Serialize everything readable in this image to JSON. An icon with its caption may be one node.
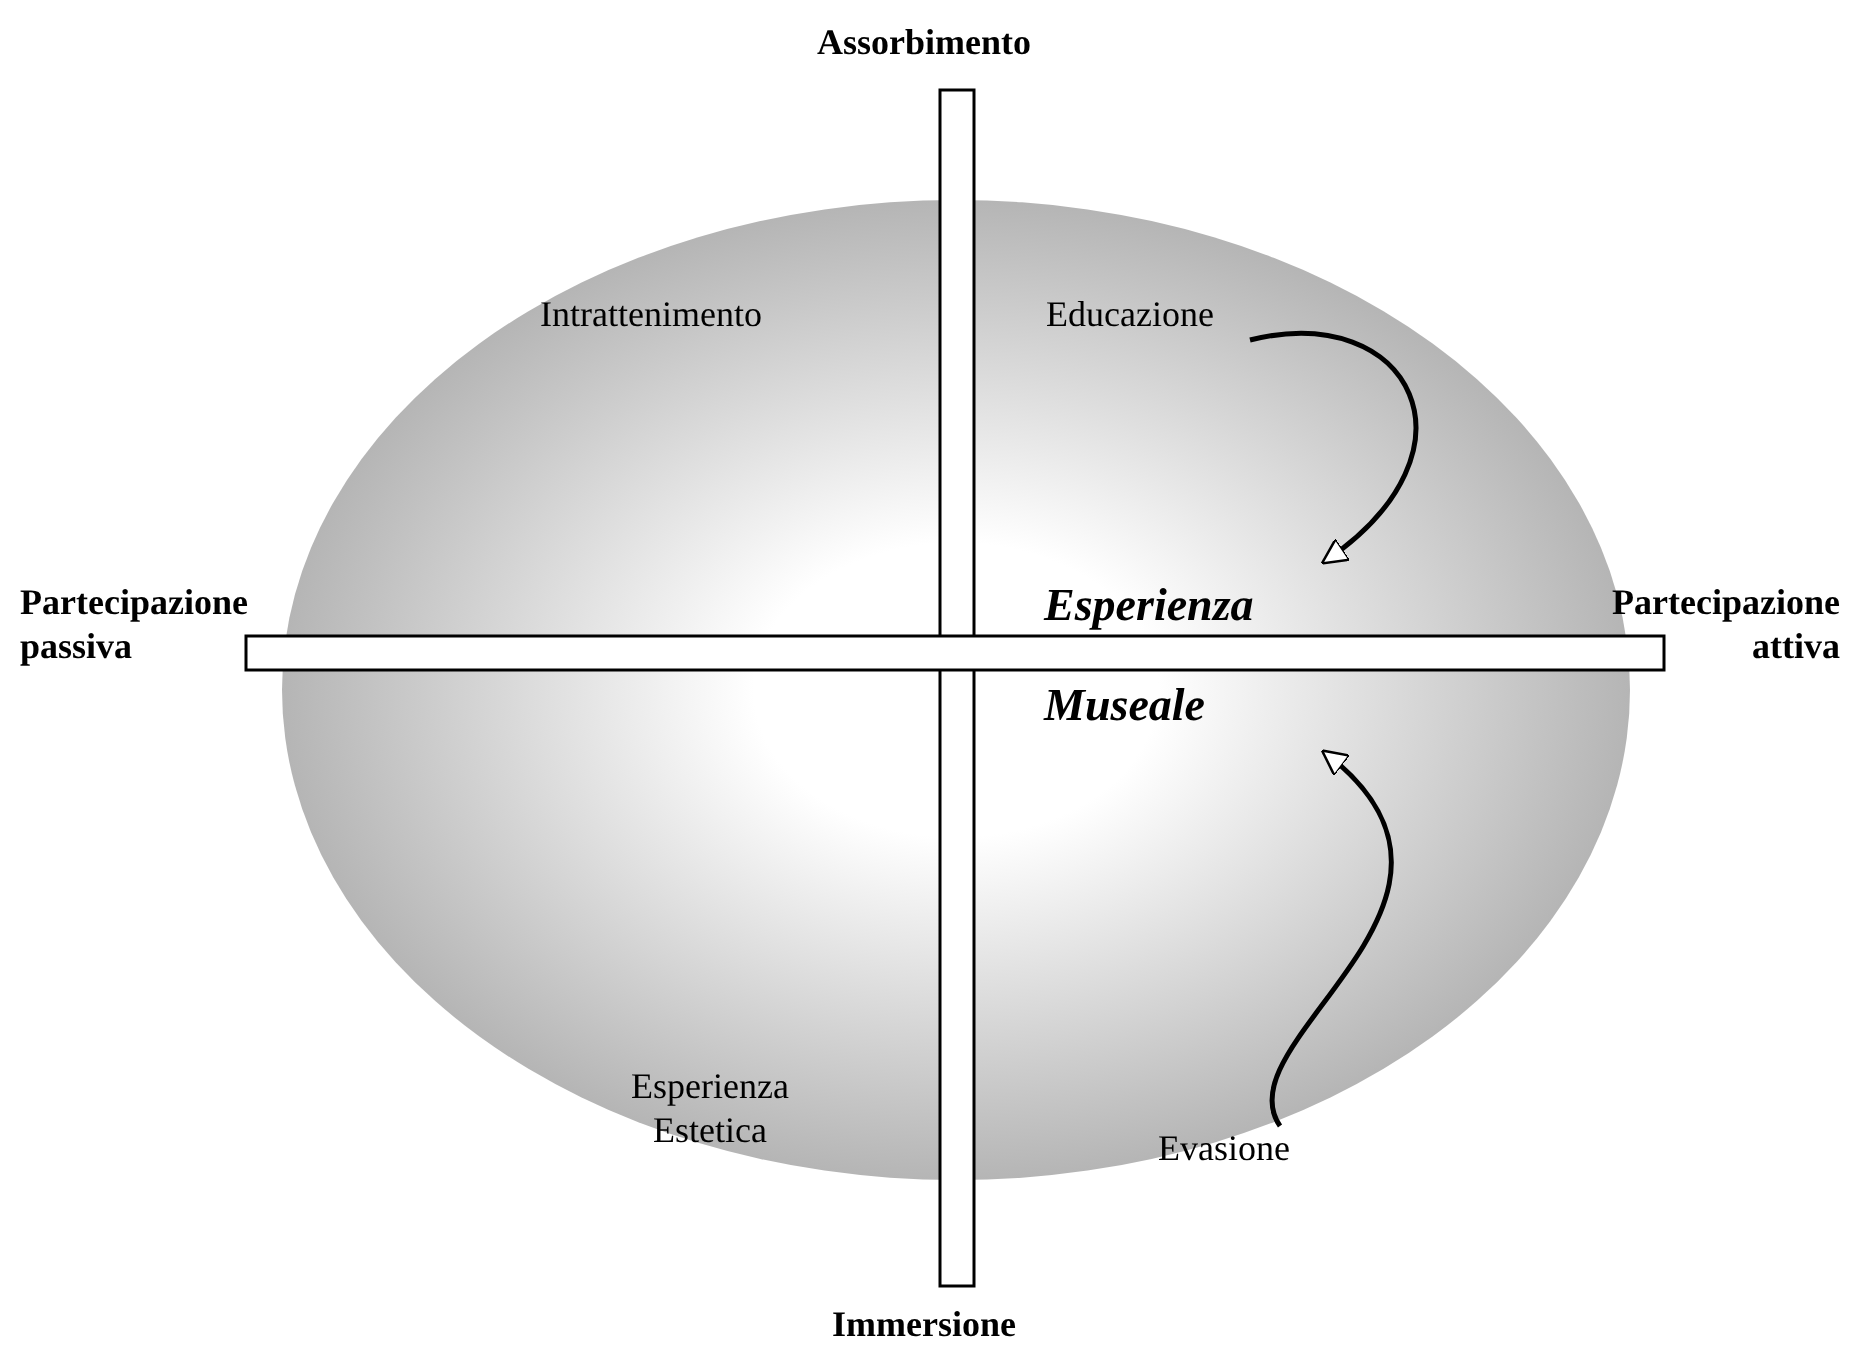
{
  "diagram": {
    "nodes": [
      {
        "text": [
          "Educazione"
        ]
      },
      {
        "text": [
          "Esperienza Museale"
        ]
      },
      {
        "text": [
          "Evasione"
        ]
      }
    ],
    "edges": [
      {
        "from": 0,
        "to": 1,
        "arrow": "to"
      },
      {
        "from": 2,
        "to": 1,
        "arrow": "to"
      }
    ],
    "labels": [
      "Assorbimento",
      "Intrattenimento",
      "Partecipazione passiva",
      "Partecipazione attiva",
      "Esperienza Estetica",
      "Immersione"
    ]
  }
}
